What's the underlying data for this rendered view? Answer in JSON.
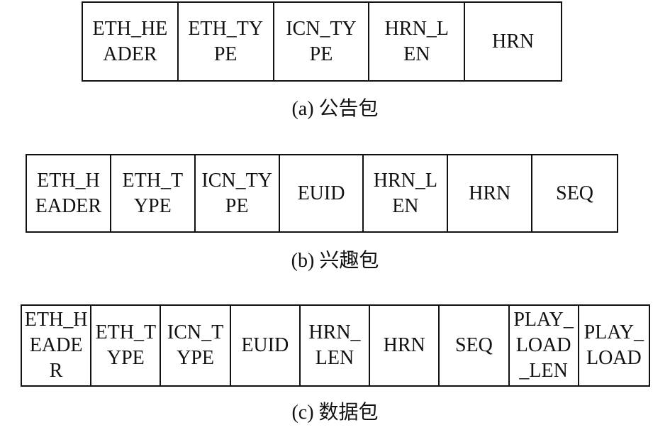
{
  "packets": [
    {
      "caption": "(a) 公告包",
      "fields": [
        "ETH_HE\nADER",
        "ETH_TY\nPE",
        "ICN_TY\nPE",
        "HRN_L\nEN",
        "HRN"
      ]
    },
    {
      "caption": "(b) 兴趣包",
      "fields": [
        "ETH_H\nEADER",
        "ETH_T\nYPE",
        "ICN_TY\nPE",
        "EUID",
        "HRN_L\nEN",
        "HRN",
        "SEQ"
      ]
    },
    {
      "caption": "(c) 数据包",
      "fields": [
        "ETH_H\nEADE\nR",
        "ETH_T\nYPE",
        "ICN_T\nYPE",
        "EUID",
        "HRN_\nLEN",
        "HRN",
        "SEQ",
        "PLAY_\nLOAD\n_LEN",
        "PLAY_\nLOAD"
      ]
    }
  ]
}
